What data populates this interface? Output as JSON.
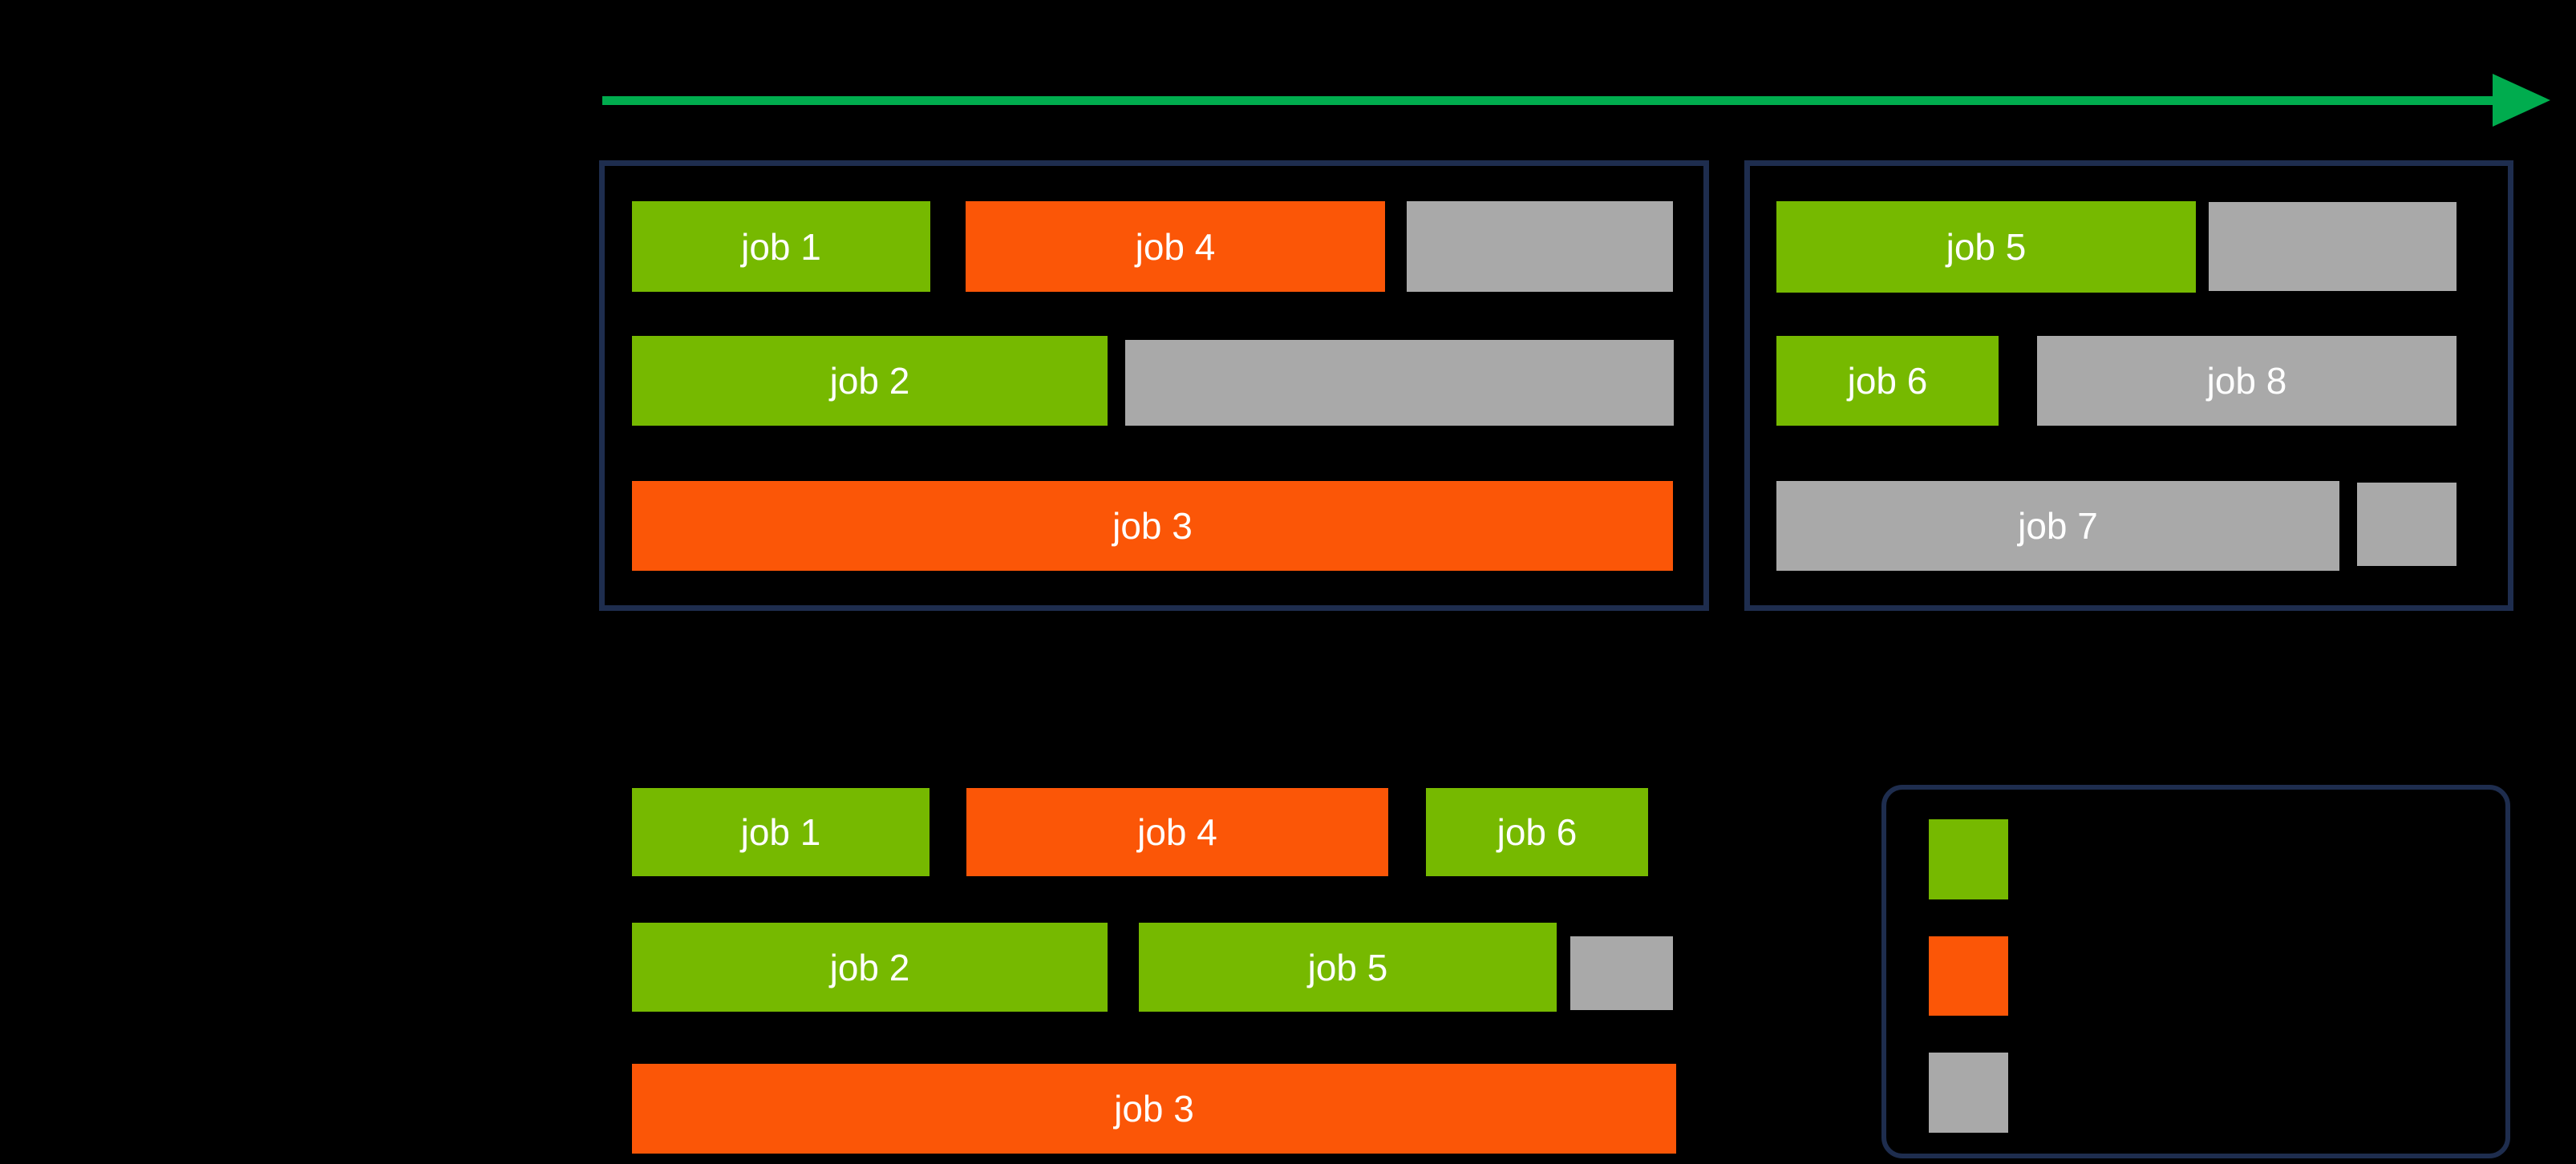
{
  "colors": {
    "background": "#000000",
    "job_green": "#76B900",
    "job_orange": "#FB5607",
    "job_gray": "#A9A9A9",
    "arrow_green": "#00AC4E",
    "box_border": "#1E2D4E",
    "label_text": "#FFFFFF"
  },
  "timeline": {
    "arrow_direction": "right"
  },
  "top_section": {
    "box1": {
      "bars": {
        "job1": {
          "label": "job 1",
          "color": "green"
        },
        "job4": {
          "label": "job 4",
          "color": "orange"
        },
        "gray1": {
          "label": "",
          "color": "gray"
        },
        "job2": {
          "label": "job 2",
          "color": "green"
        },
        "gray2": {
          "label": "",
          "color": "gray"
        },
        "job3": {
          "label": "job 3",
          "color": "orange"
        }
      }
    },
    "box2": {
      "bars": {
        "job5": {
          "label": "job 5",
          "color": "green"
        },
        "gray3": {
          "label": "",
          "color": "gray"
        },
        "job6": {
          "label": "job 6",
          "color": "green"
        },
        "job8": {
          "label": "job 8",
          "color": "gray"
        },
        "job7": {
          "label": "job 7",
          "color": "gray"
        },
        "gray4": {
          "label": "",
          "color": "gray"
        }
      }
    }
  },
  "bottom_section": {
    "bars": {
      "job1": {
        "label": "job 1",
        "color": "green"
      },
      "job4": {
        "label": "job 4",
        "color": "orange"
      },
      "job6": {
        "label": "job 6",
        "color": "green"
      },
      "job2": {
        "label": "job 2",
        "color": "green"
      },
      "job5": {
        "label": "job 5",
        "color": "green"
      },
      "gray5": {
        "label": "",
        "color": "gray"
      },
      "job3": {
        "label": "job 3",
        "color": "orange"
      }
    }
  },
  "legend": {
    "swatches": [
      {
        "color": "green",
        "label": ""
      },
      {
        "color": "orange",
        "label": ""
      },
      {
        "color": "gray",
        "label": ""
      }
    ]
  }
}
